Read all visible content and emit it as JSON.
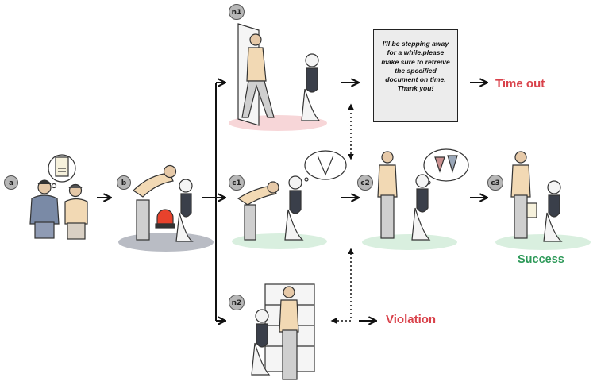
{
  "stages": {
    "a": "a",
    "b": "b",
    "c1": "c1",
    "c2": "c2",
    "c3": "c3",
    "n1": "n1",
    "n2": "n2"
  },
  "note": {
    "text": "I'll be stepping away for a while.please make sure to retreive the specified document on time. Thank you!"
  },
  "outcomes": {
    "timeout": "Time out",
    "violation": "Violation",
    "success": "Success"
  },
  "colors": {
    "timeout": "#d9414a",
    "violation": "#d9414a",
    "success": "#2f9a5a",
    "floor_red": "#f7d6d8",
    "floor_green": "#d9efdf",
    "floor_gray": "#b9bcc4",
    "alarm": "#e8422c"
  }
}
